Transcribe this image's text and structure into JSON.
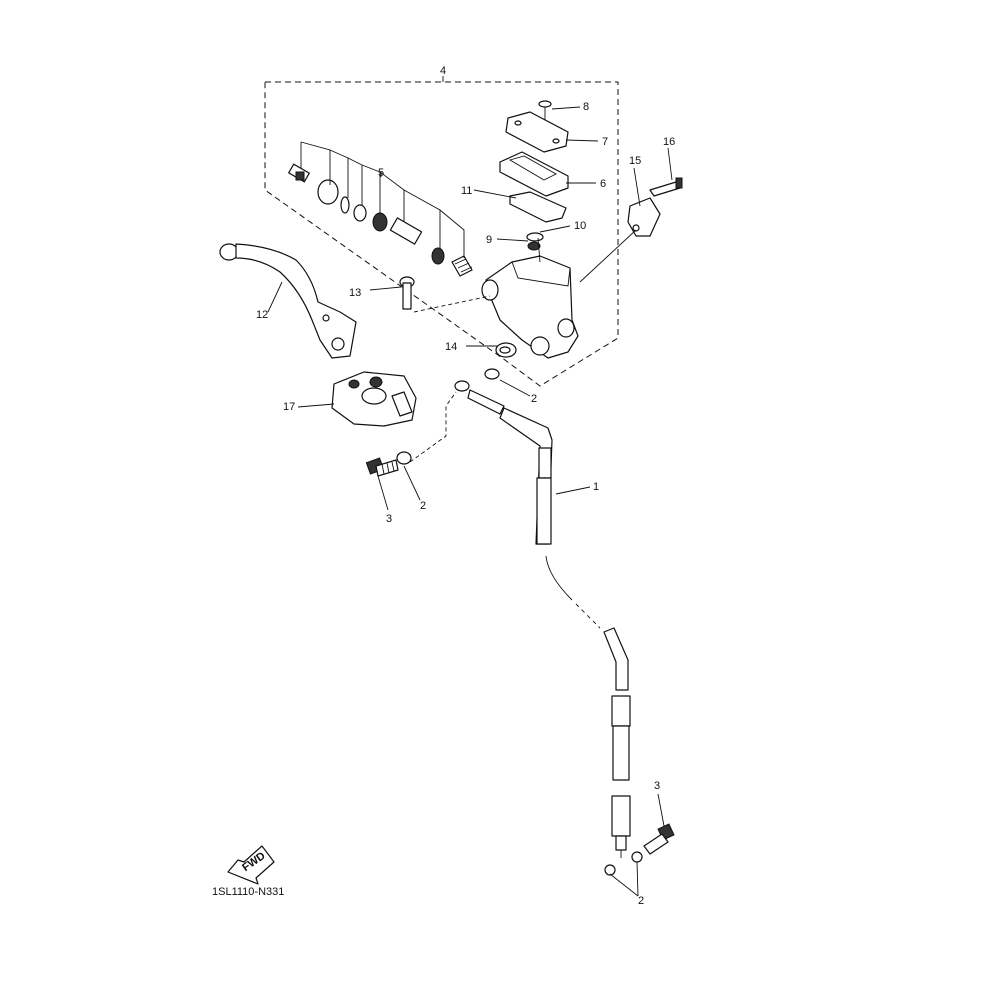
{
  "diagram": {
    "parts": [
      {
        "id": "p1",
        "text": "1"
      },
      {
        "id": "p2a",
        "text": "2"
      },
      {
        "id": "p2b",
        "text": "2"
      },
      {
        "id": "p2c",
        "text": "2"
      },
      {
        "id": "p3a",
        "text": "3"
      },
      {
        "id": "p3b",
        "text": "3"
      },
      {
        "id": "p4",
        "text": "4"
      },
      {
        "id": "p5",
        "text": "5"
      },
      {
        "id": "p6",
        "text": "6"
      },
      {
        "id": "p7",
        "text": "7"
      },
      {
        "id": "p8",
        "text": "8"
      },
      {
        "id": "p9",
        "text": "9"
      },
      {
        "id": "p10",
        "text": "10"
      },
      {
        "id": "p11",
        "text": "11"
      },
      {
        "id": "p12",
        "text": "12"
      },
      {
        "id": "p13",
        "text": "13"
      },
      {
        "id": "p14",
        "text": "14"
      },
      {
        "id": "p15",
        "text": "15"
      },
      {
        "id": "p16",
        "text": "16"
      },
      {
        "id": "p17",
        "text": "17"
      }
    ],
    "fwd_label": "FWD",
    "drawing_code": "1SL1110-N331"
  }
}
